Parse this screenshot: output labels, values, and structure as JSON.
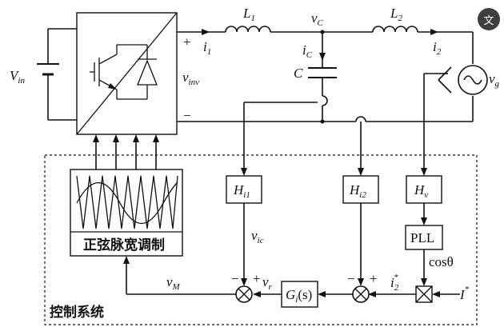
{
  "labels": {
    "vin": "V",
    "vin_sub": "in",
    "vinv": "v",
    "vinv_sub": "inv",
    "plus": "+",
    "minus": "−",
    "i1": "i",
    "i1_sub": "1",
    "L1": "L",
    "L1_sub": "1",
    "vC": "v",
    "vC_sub": "C",
    "L2": "L",
    "L2_sub": "2",
    "iC": "i",
    "iC_sub": "C",
    "C": "C",
    "i2": "i",
    "i2_sub": "2",
    "vg": "v",
    "vg_sub": "g",
    "Hi1": "H",
    "Hi1_sub": "i1",
    "Hi2": "H",
    "Hi2_sub": "i2",
    "Hv": "H",
    "Hv_sub": "v",
    "PLL": "PLL",
    "cos": "cosθ",
    "vic": "v",
    "vic_sub": "ic",
    "vM": "v",
    "vM_sub": "M",
    "vr": "v",
    "vr_sub": "r",
    "Gi": "G",
    "Gi_sub": "i",
    "Gi_arg": "(s)",
    "i2ref": "i",
    "i2ref_sub": "2",
    "i2ref_sup": "*",
    "Iref": "I",
    "Iref_sup": "*",
    "spwm": "正弦脉宽调制",
    "control_system": "控制系统",
    "sum1_plus": "+",
    "sum1_minus": "−",
    "sum2_plus": "+",
    "sum2_minus": "−"
  },
  "badge": "文"
}
